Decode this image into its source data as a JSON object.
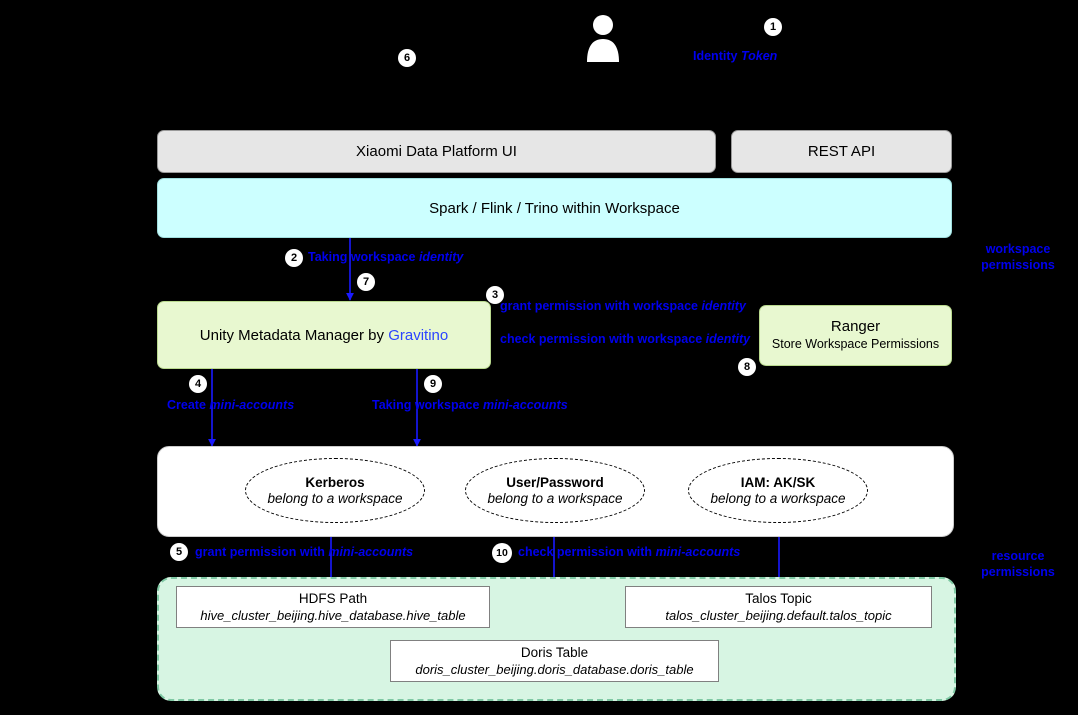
{
  "diagram": {
    "title": "Xiaomi Data Platform Workspace Permission Model",
    "colors": {
      "background": "#000000",
      "annotation": "#0000ee",
      "grey_box": "#e6e6e6",
      "cyan_box": "#ccffff",
      "green_box": "#e8f8d0",
      "mint_box": "#d7f5e3",
      "white_box": "#ffffff"
    }
  },
  "actor": {
    "icon": "person-icon"
  },
  "nodes": {
    "platform_ui": "Xiaomi Data Platform UI",
    "rest_api": "REST API",
    "engines": "Spark / Flink / Trino  within Workspace",
    "unity_prefix": "Unity Metadata Manager by ",
    "unity_brand": "Gravitino",
    "ranger_title": "Ranger",
    "ranger_sub": "Store Workspace Permissions"
  },
  "accounts": [
    {
      "title": "Kerberos",
      "sub": "belong to a workspace"
    },
    {
      "title": "User/Password",
      "sub": "belong to a workspace"
    },
    {
      "title": "IAM: AK/SK",
      "sub": "belong to a workspace"
    }
  ],
  "resources": [
    {
      "title": "HDFS Path",
      "sub": "hive_cluster_beijing.hive_database.hive_table"
    },
    {
      "title": "Talos Topic",
      "sub": "talos_cluster_beijing.default.talos_topic"
    },
    {
      "title": "Doris Table",
      "sub": "doris_cluster_beijing.doris_database.doris_table"
    }
  ],
  "badges": {
    "b1": "1",
    "b2": "2",
    "b3": "3",
    "b4": "4",
    "b5": "5",
    "b6": "6",
    "b7": "7",
    "b8": "8",
    "b9": "9",
    "b10": "10"
  },
  "annotations": {
    "identity_token_a": "Identity",
    "identity_token_b": "Token",
    "taking_workspace_identity_a": "Taking workspace",
    "taking_workspace_identity_b": "identity",
    "grant_permission_workspace_a": "grant permission with workspace",
    "grant_permission_workspace_b": "identity",
    "check_permission_workspace_a": "check permission with workspace",
    "check_permission_workspace_b": "identity",
    "create_mini_accounts_a": "Create",
    "create_mini_accounts_b": "mini-accounts",
    "taking_workspace_mini_a": "Taking workspace",
    "taking_workspace_mini_b": "mini-accounts",
    "grant_permission_mini_a": "grant permission with",
    "grant_permission_mini_b": "mini-accounts",
    "check_permission_mini_a": "check permission with",
    "check_permission_mini_b": "mini-accounts",
    "workspace_permissions": "workspace\npermissions",
    "workspace_permissions_l1": "workspace",
    "workspace_permissions_l2": "permissions",
    "resource_permissions_l1": "resource",
    "resource_permissions_l2": "permissions"
  }
}
